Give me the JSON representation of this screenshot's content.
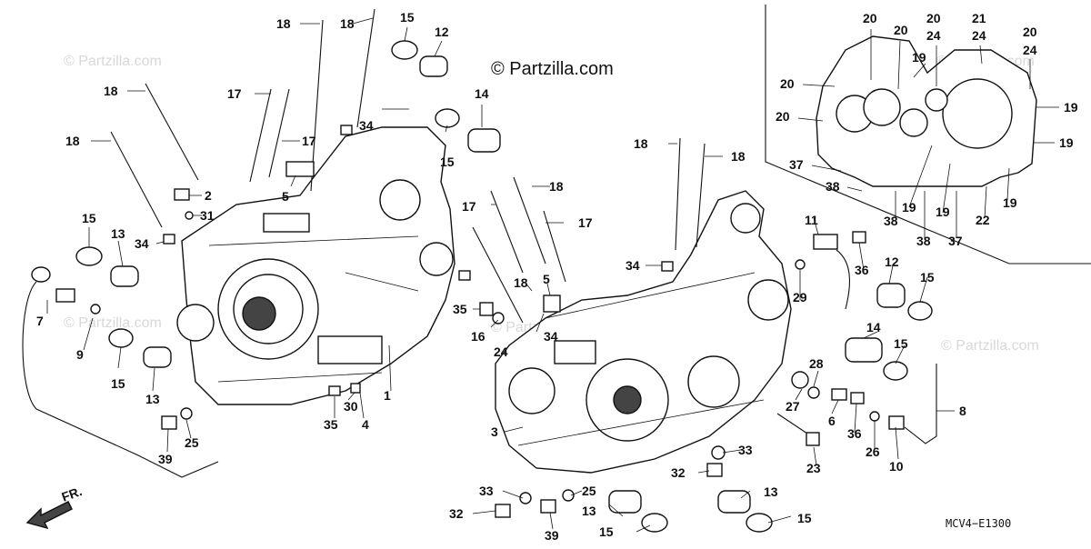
{
  "watermark": "© Partzilla.com",
  "brand_text": "© Partzilla.com",
  "diagram_code": "MCV4−E1300",
  "front_marker": "FR.",
  "callouts": [
    {
      "n": "18"
    },
    {
      "n": "18"
    },
    {
      "n": "15"
    },
    {
      "n": "12"
    },
    {
      "n": "18"
    },
    {
      "n": "17"
    },
    {
      "n": "34"
    },
    {
      "n": "14"
    },
    {
      "n": "18"
    },
    {
      "n": "17"
    },
    {
      "n": "15"
    },
    {
      "n": "2"
    },
    {
      "n": "5"
    },
    {
      "n": "31"
    },
    {
      "n": "15"
    },
    {
      "n": "13"
    },
    {
      "n": "34"
    },
    {
      "n": "7"
    },
    {
      "n": "9"
    },
    {
      "n": "15"
    },
    {
      "n": "13"
    },
    {
      "n": "39"
    },
    {
      "n": "25"
    },
    {
      "n": "35"
    },
    {
      "n": "30"
    },
    {
      "n": "4"
    },
    {
      "n": "1"
    },
    {
      "n": "18"
    },
    {
      "n": "18"
    },
    {
      "n": "18"
    },
    {
      "n": "17"
    },
    {
      "n": "17"
    },
    {
      "n": "34"
    },
    {
      "n": "18"
    },
    {
      "n": "5"
    },
    {
      "n": "35"
    },
    {
      "n": "16"
    },
    {
      "n": "24"
    },
    {
      "n": "34"
    },
    {
      "n": "3"
    },
    {
      "n": "11"
    },
    {
      "n": "36"
    },
    {
      "n": "29"
    },
    {
      "n": "12"
    },
    {
      "n": "15"
    },
    {
      "n": "14"
    },
    {
      "n": "15"
    },
    {
      "n": "28"
    },
    {
      "n": "27"
    },
    {
      "n": "6"
    },
    {
      "n": "36"
    },
    {
      "n": "26"
    },
    {
      "n": "10"
    },
    {
      "n": "8"
    },
    {
      "n": "23"
    },
    {
      "n": "33"
    },
    {
      "n": "32"
    },
    {
      "n": "33"
    },
    {
      "n": "25"
    },
    {
      "n": "32"
    },
    {
      "n": "39"
    },
    {
      "n": "13"
    },
    {
      "n": "15"
    },
    {
      "n": "13"
    },
    {
      "n": "15"
    },
    {
      "n": "20"
    },
    {
      "n": "20"
    },
    {
      "n": "20"
    },
    {
      "n": "24"
    },
    {
      "n": "21"
    },
    {
      "n": "24"
    },
    {
      "n": "20"
    },
    {
      "n": "24"
    },
    {
      "n": "19"
    },
    {
      "n": "20"
    },
    {
      "n": "20"
    },
    {
      "n": "19"
    },
    {
      "n": "19"
    },
    {
      "n": "37"
    },
    {
      "n": "38"
    },
    {
      "n": "19"
    },
    {
      "n": "38"
    },
    {
      "n": "38"
    },
    {
      "n": "19"
    },
    {
      "n": "37"
    },
    {
      "n": "22"
    },
    {
      "n": "19"
    }
  ]
}
